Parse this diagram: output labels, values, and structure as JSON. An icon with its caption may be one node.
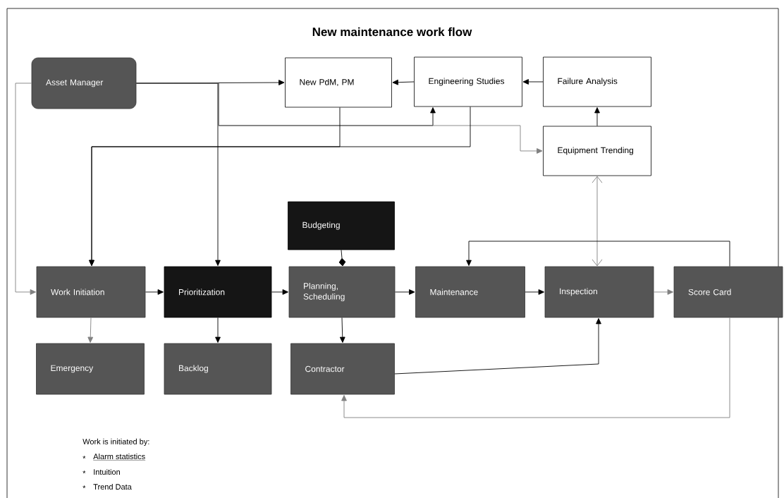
{
  "diagram": {
    "title": "New maintenance work flow",
    "nodes": [
      {
        "text": [
          "Asset Manager"
        ]
      },
      {
        "text": [
          "New PdM, PM"
        ]
      },
      {
        "text": [
          "Engineering Studies"
        ]
      },
      {
        "text": [
          "Failure Analysis"
        ]
      },
      {
        "text": [
          "Equipment Trending"
        ]
      },
      {
        "text": [
          "Budgeting"
        ]
      },
      {
        "text": [
          "Work Initiation"
        ]
      },
      {
        "text": [
          "Prioritization"
        ]
      },
      {
        "text": [
          "Planning, Scheduling"
        ]
      },
      {
        "text": [
          "Maintenance"
        ]
      },
      {
        "text": [
          "Inspection"
        ]
      },
      {
        "text": [
          "Score Card"
        ]
      },
      {
        "text": [
          "Emergency"
        ]
      },
      {
        "text": [
          "Backlog"
        ]
      },
      {
        "text": [
          "Contractor"
        ]
      }
    ],
    "edges": [
      {
        "from": 0,
        "to": 1,
        "arrow": "to"
      },
      {
        "from": 0,
        "to": 6,
        "arrow": "to",
        "color": "#808080"
      },
      {
        "from": 0,
        "to": 7,
        "arrow": "to"
      },
      {
        "from": 0,
        "to": 2,
        "arrow": "to"
      },
      {
        "from": 0,
        "to": 4,
        "arrow": "to",
        "color": "#808080"
      },
      {
        "from": 1,
        "to": 6,
        "arrow": "to"
      },
      {
        "from": 2,
        "to": 6,
        "arrow": "to"
      },
      {
        "from": 2,
        "to": 1,
        "arrow": "to"
      },
      {
        "from": 3,
        "to": 2,
        "arrow": "to"
      },
      {
        "from": 4,
        "to": 3,
        "arrow": "to"
      },
      {
        "from": 4,
        "to": 10,
        "arrow": "both",
        "color": "#808080"
      },
      {
        "from": 5,
        "to": 8,
        "arrow": "other"
      },
      {
        "from": 6,
        "to": 7,
        "arrow": "to"
      },
      {
        "from": 7,
        "to": 8,
        "arrow": "to"
      },
      {
        "from": 8,
        "to": 9,
        "arrow": "to"
      },
      {
        "from": 9,
        "to": 10,
        "arrow": "to"
      },
      {
        "from": 10,
        "to": 11,
        "arrow": "to",
        "color": "#808080"
      },
      {
        "from": 6,
        "to": 12,
        "arrow": "to",
        "color": "#808080"
      },
      {
        "from": 7,
        "to": 13,
        "arrow": "to"
      },
      {
        "from": 8,
        "to": 14,
        "arrow": "to"
      },
      {
        "from": 14,
        "to": 10,
        "arrow": "to"
      },
      {
        "from": 11,
        "to": 9,
        "arrow": "to"
      },
      {
        "from": 11,
        "to": 14,
        "arrow": "to",
        "color": "#808080"
      }
    ],
    "labels": [
      "Work is initiated by:",
      "*",
      "Alarm statistics",
      "*",
      "Intuition",
      "*",
      "Trend Data"
    ]
  }
}
